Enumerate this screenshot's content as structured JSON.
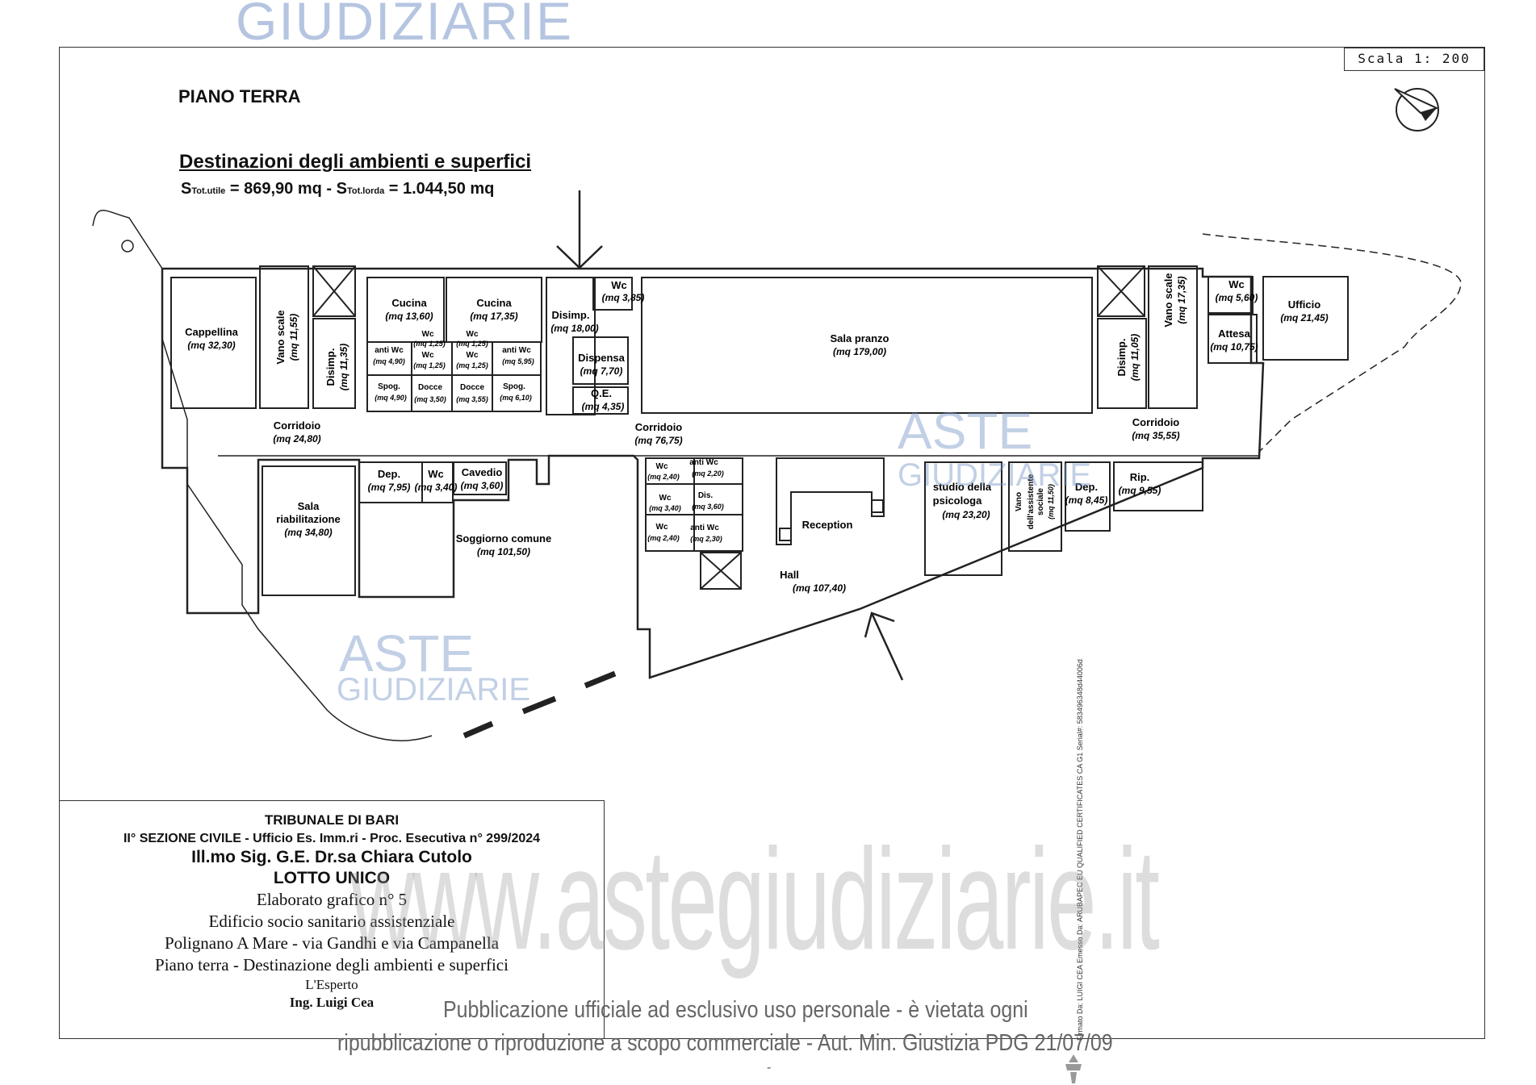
{
  "header": {
    "scale": "Scala  1: 200",
    "floor_title": "PIANO TERRA",
    "dest_title": "Destinazioni degli ambienti e superfici",
    "surface_s1": "S",
    "surface_sub1": "Tot.utile",
    "surface_v1": " = 869,90 mq - ",
    "surface_s2": "S",
    "surface_sub2": "Tot.lorda",
    "surface_v2": " = 1.044,50 mq"
  },
  "rooms": {
    "cappellina": {
      "name": "Cappellina",
      "area": "(mq 32,30)"
    },
    "vano_scale_1": {
      "name": "Vano scale",
      "area": "(mq 11,55)"
    },
    "disimp_1": {
      "name": "Disimp.",
      "area": "(mq 11,35)"
    },
    "cucina_1": {
      "name": "Cucina",
      "area": "(mq 13,60)"
    },
    "cucina_2": {
      "name": "Cucina",
      "area": "(mq 17,35)"
    },
    "disimp_2": {
      "name": "Disimp.",
      "area": "(mq 18,00)"
    },
    "wc_top": {
      "name": "Wc",
      "area": "(mq 3,85)"
    },
    "antiwc_1": {
      "name": "anti Wc",
      "area": "(mq 4,90)"
    },
    "wc_a": {
      "name": "Wc",
      "area": "(mq 1,25)"
    },
    "wc_b": {
      "name": "Wc",
      "area": "(mq 1,25)"
    },
    "wc_c": {
      "name": "Wc",
      "area": "(mq 1,25)"
    },
    "wc_d": {
      "name": "Wc",
      "area": "(mq 1,25)"
    },
    "antiwc_2": {
      "name": "anti Wc",
      "area": "(mq 5,95)"
    },
    "spog_1": {
      "name": "Spog.",
      "area": "(mq 4,90)"
    },
    "docce_1": {
      "name": "Docce",
      "area": "(mq 3,50)"
    },
    "docce_2": {
      "name": "Docce",
      "area": "(mq 3,55)"
    },
    "spog_2": {
      "name": "Spog.",
      "area": "(mq 6,10)"
    },
    "dispensa": {
      "name": "Dispensa",
      "area": "(mq 7,70)"
    },
    "qe": {
      "name": "Q.E.",
      "area": "(mq 4,35)"
    },
    "sala_pranzo": {
      "name": "Sala pranzo",
      "area": "(mq 179,00)"
    },
    "vano_scale_2": {
      "name": "Vano scale",
      "area": "(mq 17,35)"
    },
    "disimp_3": {
      "name": "Disimp.",
      "area": "(mq 11,05)"
    },
    "wc_right": {
      "name": "Wc",
      "area": "(mq 5,60)"
    },
    "ufficio": {
      "name": "Ufficio",
      "area": "(mq 21,45)"
    },
    "attesa": {
      "name": "Attesa",
      "area": "(mq 10,75)"
    },
    "corridoio_1": {
      "name": "Corridoio",
      "area": "(mq 24,80)"
    },
    "corridoio_2": {
      "name": "Corridoio",
      "area": "(mq 76,75)"
    },
    "corridoio_3": {
      "name": "Corridoio",
      "area": "(mq 35,55)"
    },
    "dep_1": {
      "name": "Dep.",
      "area": "(mq 7,95)"
    },
    "wc_mid": {
      "name": "Wc",
      "area": "(mq 3,40)"
    },
    "cavedio": {
      "name": "Cavedio",
      "area": "(mq 3,60)"
    },
    "sala_riab": {
      "name1": "Sala",
      "name2": "riabilitazione",
      "area": "(mq 34,80)"
    },
    "soggiorno": {
      "name": "Soggiorno comune",
      "area": "(mq 101,50)"
    },
    "wc_e": {
      "name": "Wc",
      "area": "(mq 2,40)"
    },
    "antiwc_3": {
      "name": "anti Wc",
      "area": "(mq 2,20)"
    },
    "wc_f": {
      "name": "Wc",
      "area": "(mq 3,40)"
    },
    "dis": {
      "name": "Dis.",
      "area": "(mq 3,60)"
    },
    "wc_g": {
      "name": "Wc",
      "area": "(mq 2,40)"
    },
    "antiwc_4": {
      "name": "anti Wc",
      "area": "(mq 2,30)"
    },
    "reception": {
      "name": "Reception"
    },
    "hall": {
      "name": "Hall",
      "area": "(mq 107,40)"
    },
    "studio": {
      "name1": "studio della",
      "name2": "psicologa",
      "area": "(mq 23,20)"
    },
    "vano_assist": {
      "name1": "Vano",
      "name2": "dell'assistente",
      "name3": "sociale",
      "area": "(mq 11,50)"
    },
    "dep_2": {
      "name": "Dep.",
      "area": "(mq 8,45)"
    },
    "rip": {
      "name": "Rip.",
      "area": "(mq 9,55)"
    }
  },
  "cartouche": {
    "line1": "TRIBUNALE DI BARI",
    "line2": "II° SEZIONE CIVILE - Ufficio Es. Imm.ri - Proc. Esecutiva n° 299/2024",
    "line3": "Ill.mo Sig. G.E. Dr.sa Chiara Cutolo",
    "line4": "LOTTO UNICO",
    "line5": "Elaborato grafico n° 5",
    "line6": "Edificio socio sanitario assistenziale",
    "line7": "Polignano A Mare - via Gandhi e via Campanella",
    "line8": "Piano terra - Destinazione degli ambienti e superfici",
    "line9": "L'Esperto",
    "line10": "Ing. Luigi Cea"
  },
  "watermarks": {
    "top": "GIUDIZIARIE",
    "aste": "ASTE",
    "giudiziarie": "GIUDIZIARIE",
    "site": "www.astegiudiziarie.it",
    "notice1": "Pubblicazione ufficiale ad esclusivo uso personale - è vietata ogni",
    "notice2": "ripubblicazione o riproduzione a scopo commerciale - Aut. Min. Giustizia PDG 21/07/09",
    "cert": "Firmato Da: LUIGI CEA Emesso Da: ARUBAPEC EU QUALIFIED CERTIFICATES CA G1 Serial#: 583496348d44006d",
    "dash": "-"
  },
  "colors": {
    "line": "#222222",
    "watermark_blue": "#7a96c8",
    "watermark_gray": "#9a9a9a"
  }
}
